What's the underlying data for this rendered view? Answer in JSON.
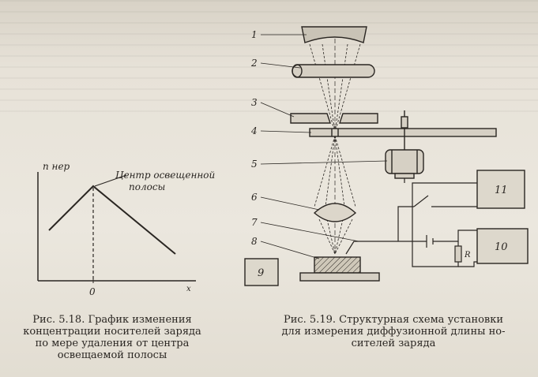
{
  "fig_518": {
    "y_label": "n нер",
    "annotation_line1": "Центр освещенной",
    "annotation_line2": "полосы",
    "x_zero": "0",
    "x_label": "x",
    "caption": [
      "Рис. 5.18. График изменения",
      "концентрации носителей заряда",
      "по мере удаления от центра",
      "освещаемой полосы"
    ]
  },
  "fig_519": {
    "parts": [
      "1",
      "2",
      "3",
      "4",
      "5",
      "6",
      "7",
      "8",
      "9",
      "10",
      "11"
    ],
    "resistor_label": "R",
    "caption": [
      "Рис. 5.19. Структурная схема установки",
      "для измерения диффузионной длины но-",
      "сителей заряда"
    ]
  }
}
